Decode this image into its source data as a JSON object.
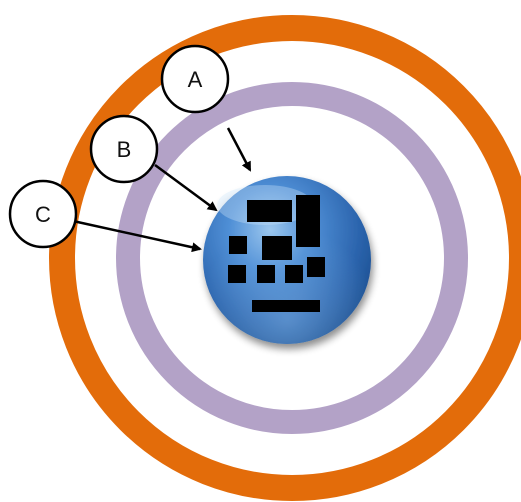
{
  "callouts": [
    {
      "label": "A"
    },
    {
      "label": "B"
    },
    {
      "label": "C"
    }
  ],
  "colors": {
    "outer_ring": "#e36c0a",
    "middle_ring": "#b3a2c7",
    "sphere_highlight": "#9cc7ee",
    "sphere_mid": "#3b78c0",
    "sphere_edge": "#1b4f91",
    "blocks": "#000000",
    "callout_stroke": "#000000",
    "callout_fill": "#ffffff",
    "arrow": "#000000"
  }
}
